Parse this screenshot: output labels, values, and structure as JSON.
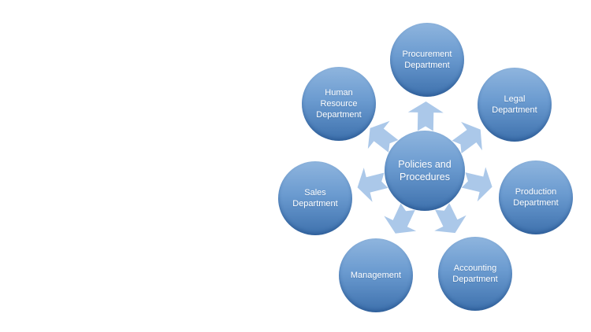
{
  "diagram": {
    "type": "diverging-radial",
    "center": {
      "label": "Policies and Procedures"
    },
    "nodes": [
      {
        "id": "procurement",
        "label": "Procurement Department"
      },
      {
        "id": "legal",
        "label": "Legal Department"
      },
      {
        "id": "production",
        "label": "Production Department"
      },
      {
        "id": "accounting",
        "label": "Accounting Department"
      },
      {
        "id": "management",
        "label": "Management"
      },
      {
        "id": "sales",
        "label": "Sales Department"
      },
      {
        "id": "hr",
        "label": "Human Resource Department"
      }
    ],
    "colors": {
      "circle_gradient_top": "#8fb5de",
      "circle_gradient_bottom": "#3e71ad",
      "arrow_fill": "#abc8e9",
      "label_text": "#ffffff",
      "background": "#ffffff"
    }
  }
}
